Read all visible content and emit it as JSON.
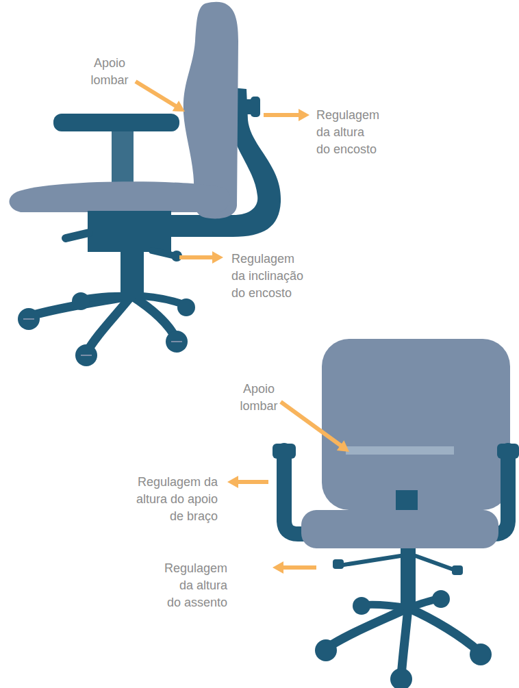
{
  "diagram": {
    "labels": [
      "Apoio lombar",
      "Regulagem da altura do encosto",
      "Regulagem da inclinação do encosto",
      "Apoio lombar",
      "Regulagem da altura do apoio de braço",
      "Regulagem da altura do assento"
    ]
  }
}
